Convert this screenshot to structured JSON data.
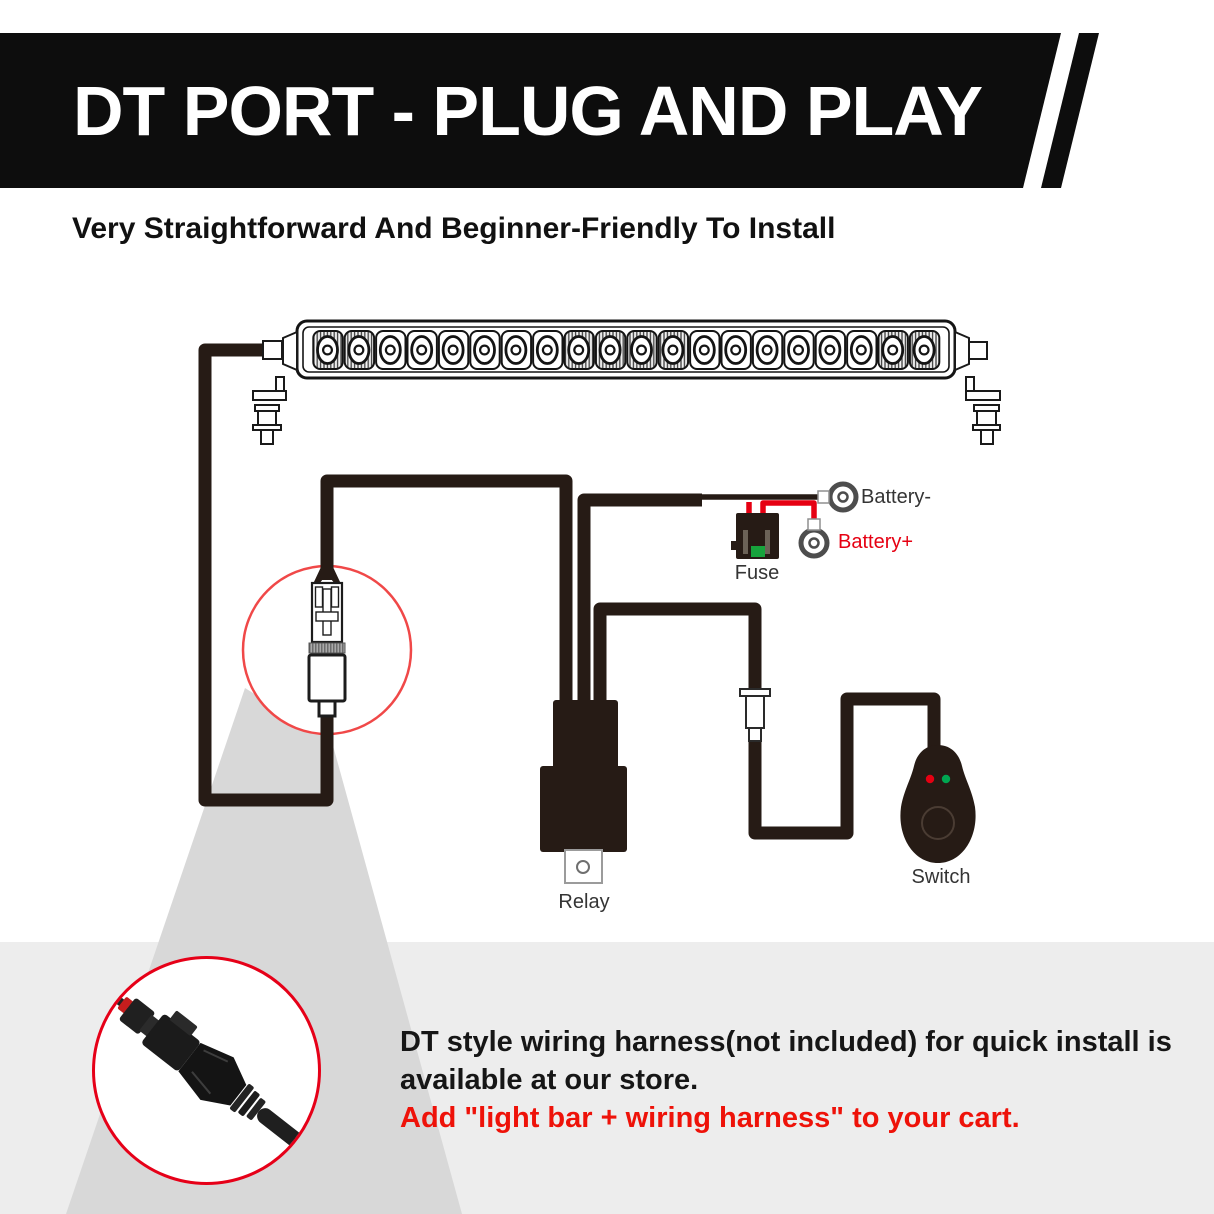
{
  "banner": {
    "title": "DT PORT - PLUG AND PLAY"
  },
  "subtitle": "Very Straightforward And Beginner-Friendly To Install",
  "diagram": {
    "labels": {
      "fuse": "Fuse",
      "relay": "Relay",
      "switch": "Switch",
      "battery_minus": "Battery-",
      "battery_plus": "Battery+"
    },
    "led_pattern": [
      "hatched",
      "hatched",
      "clear",
      "clear",
      "clear",
      "clear",
      "clear",
      "clear",
      "hatched",
      "hatched",
      "hatched",
      "hatched",
      "clear",
      "clear",
      "clear",
      "clear",
      "clear",
      "clear",
      "hatched",
      "hatched"
    ],
    "colors": {
      "wire": "#261b15",
      "red_wire": "#e60012",
      "highlight_circle": "#f04848",
      "photo_circle": "#e60018",
      "fuse_green": "#17a33c",
      "led_indicator_red": "#e60012",
      "led_indicator_green": "#00a651",
      "beam": "#d8d8d8",
      "band": "#ededed",
      "accent_text": "#ee1209"
    }
  },
  "footer": {
    "line1": "DT style wiring harness(not included) for quick install is",
    "line2": "available at our store.",
    "line3": "Add \"light bar + wiring harness\" to your cart."
  }
}
